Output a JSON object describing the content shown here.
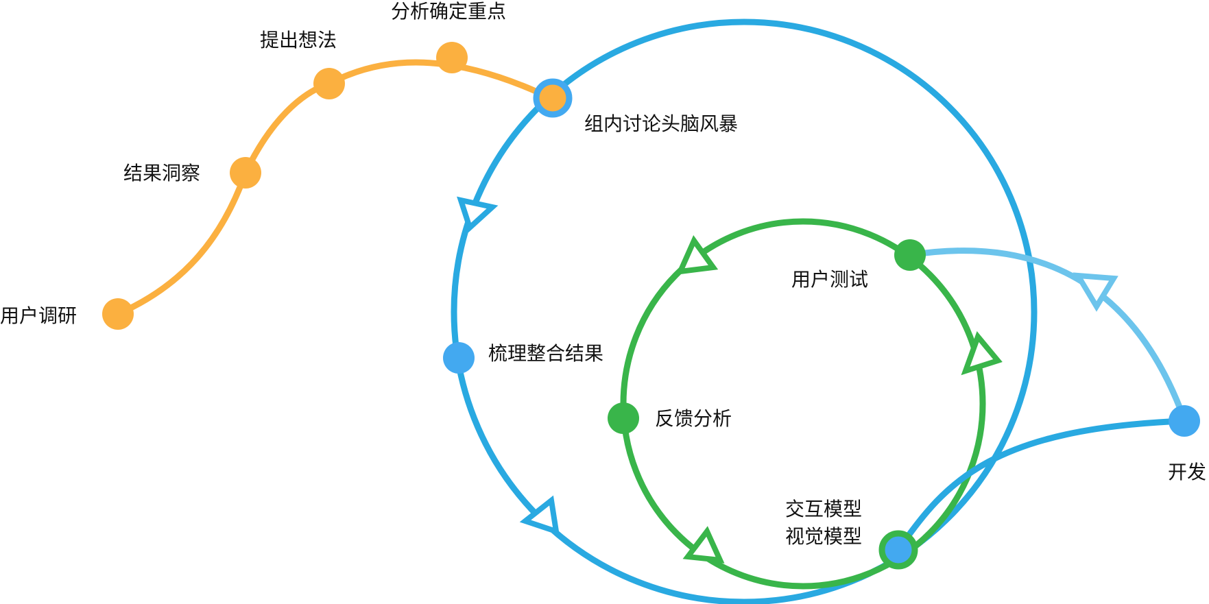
{
  "labels": {
    "user_research": "用户调研",
    "insight": "结果洞察",
    "propose": "提出想法",
    "analyze": "分析确定重点",
    "brainstorm": "组内讨论头脑风暴",
    "organize": "梳理整合结果",
    "feedback": "反馈分析",
    "user_test": "用户测试",
    "interaction_model": "交互模型",
    "visual_model": "视觉模型",
    "develop": "开发"
  },
  "colors": {
    "orange": "#FBB040",
    "blue": "#29A9E1",
    "light_blue": "#6CC4EC",
    "green": "#39B54A",
    "node_blue": "#43A9F0"
  }
}
